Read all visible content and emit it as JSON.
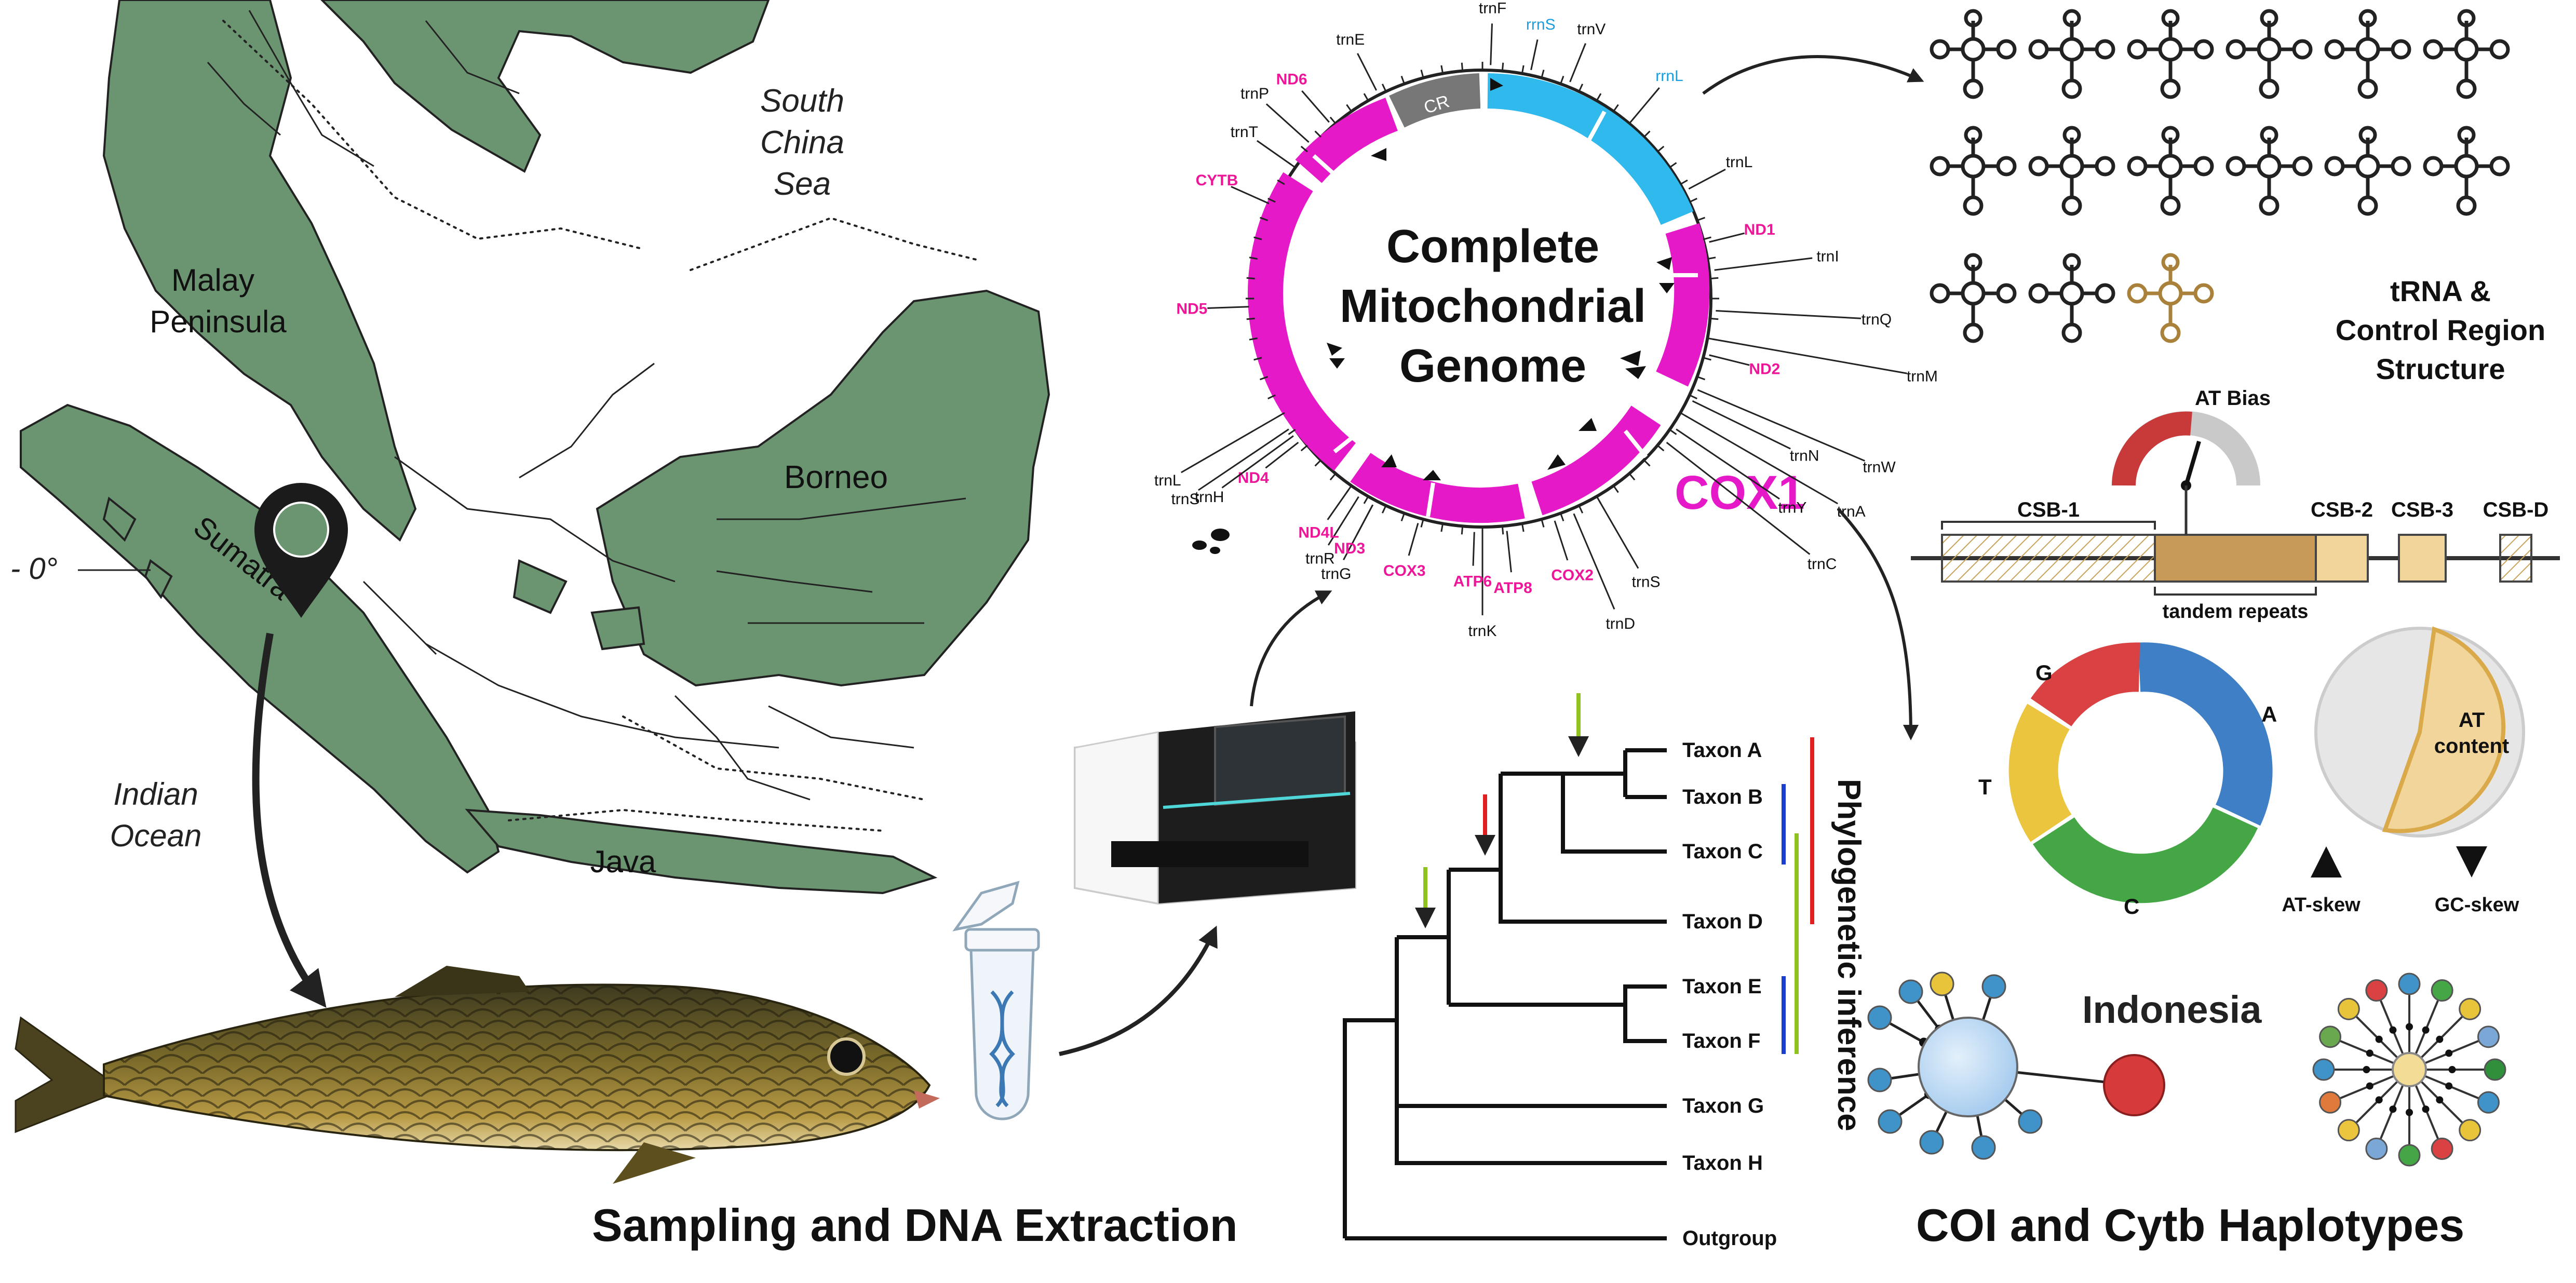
{
  "map": {
    "sea_label": [
      "South",
      "China",
      "Sea"
    ],
    "peninsula_label": [
      "Malay",
      "Peninsula"
    ],
    "borneo_label": "Borneo",
    "sumatra_label": "Sumatra",
    "java_label": "Java",
    "ocean_label": [
      "Indian",
      "Ocean"
    ],
    "equator_label": "- 0°"
  },
  "mitogenome": {
    "title_lines": [
      "Complete",
      "Mitochondrial",
      "Genome"
    ],
    "cr_label": "CR",
    "highlight_label": "COX1",
    "gene_labels": [
      {
        "text": "trnF",
        "color": "black"
      },
      {
        "text": "rrnS",
        "color": "blue"
      },
      {
        "text": "trnV",
        "color": "black"
      },
      {
        "text": "rrnL",
        "color": "blue"
      },
      {
        "text": "trnL",
        "color": "black"
      },
      {
        "text": "ND1",
        "color": "pink"
      },
      {
        "text": "trnI",
        "color": "black"
      },
      {
        "text": "trnQ",
        "color": "black"
      },
      {
        "text": "trnM",
        "color": "black"
      },
      {
        "text": "ND2",
        "color": "pink"
      },
      {
        "text": "trnW",
        "color": "black"
      },
      {
        "text": "trnN",
        "color": "black"
      },
      {
        "text": "trnA",
        "color": "black"
      },
      {
        "text": "trnY",
        "color": "black"
      },
      {
        "text": "trnC",
        "color": "black"
      },
      {
        "text": "trnS",
        "color": "black"
      },
      {
        "text": "trnD",
        "color": "black"
      },
      {
        "text": "COX2",
        "color": "pink"
      },
      {
        "text": "ATP8",
        "color": "pink"
      },
      {
        "text": "trnK",
        "color": "black"
      },
      {
        "text": "ATP6",
        "color": "pink"
      },
      {
        "text": "COX3",
        "color": "pink"
      },
      {
        "text": "trnG",
        "color": "black"
      },
      {
        "text": "ND3",
        "color": "pink"
      },
      {
        "text": "trnR",
        "color": "black"
      },
      {
        "text": "ND4L",
        "color": "pink"
      },
      {
        "text": "ND4",
        "color": "pink"
      },
      {
        "text": "trnH",
        "color": "black"
      },
      {
        "text": "trnS",
        "color": "black"
      },
      {
        "text": "trnL",
        "color": "black"
      },
      {
        "text": "ND5",
        "color": "pink"
      },
      {
        "text": "CYTB",
        "color": "pink"
      },
      {
        "text": "trnT",
        "color": "black"
      },
      {
        "text": "trnP",
        "color": "black"
      },
      {
        "text": "ND6",
        "color": "pink"
      },
      {
        "text": "trnE",
        "color": "black"
      }
    ]
  },
  "trna_panel": {
    "title_lines": [
      "tRNA &",
      "Control Region",
      "Structure"
    ],
    "at_bias_label": "AT Bias",
    "csb_labels": [
      "CSB-1",
      "CSB-2",
      "CSB-3",
      "CSB-D"
    ],
    "tandem_label": "tandem repeats"
  },
  "composition": {
    "base_labels": [
      "A",
      "C",
      "T",
      "G"
    ],
    "at_content_label": [
      "AT",
      "content"
    ],
    "at_skew_label": "AT-skew",
    "gc_skew_label": "GC-skew"
  },
  "phylogeny": {
    "vertical_title": "Phylogenetic inference",
    "taxa": [
      "Taxon A",
      "Taxon B",
      "Taxon C",
      "Taxon D",
      "Taxon E",
      "Taxon F",
      "Taxon G",
      "Taxon H",
      "Outgroup"
    ]
  },
  "haplotypes": {
    "title": "COI and Cytb Haplotypes",
    "location_label": "Indonesia"
  },
  "sampling": {
    "title": "Sampling and DNA Extraction"
  },
  "colors": {
    "land": "#6b9470",
    "magenta": "#e619c8",
    "cyan": "#2fb9ec",
    "gene_pink": "#ee1599",
    "gene_blue": "#1a9ede",
    "pie_blue": "#3f7fc6",
    "pie_green": "#45a646",
    "pie_yellow": "#ecc53f",
    "pie_red": "#d94142",
    "csb_tan": "#f2d59a",
    "tandem_brown": "#c79a58",
    "tree_red": "#e02020",
    "tree_blue": "#1a3fd0",
    "tree_green": "#8fc21f"
  },
  "icons": [
    "location-pin-icon",
    "dna-tube-icon",
    "sequencer-icon",
    "fish-icon",
    "arrow-icon",
    "gauge-icon",
    "trna-cloverleaf-icon",
    "haplotype-network-icon"
  ]
}
